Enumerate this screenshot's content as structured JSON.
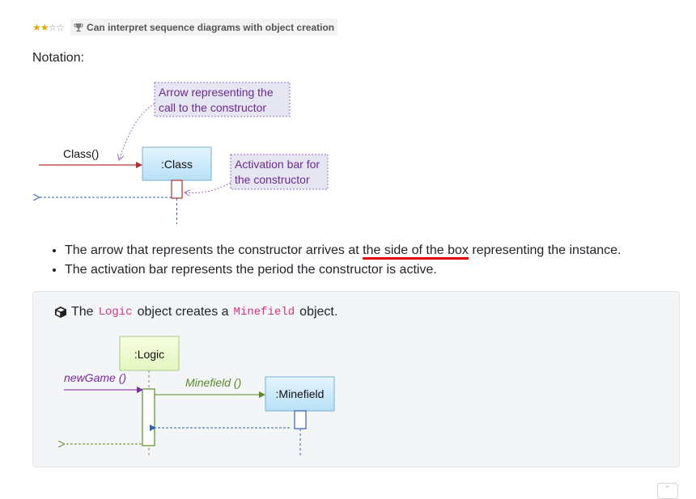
{
  "badge": {
    "stars_filled": "★★",
    "stars_empty": "☆☆",
    "rating": 2,
    "rating_max": 4,
    "outcome": "Can interpret sequence diagrams with object creation"
  },
  "notation_label": "Notation:",
  "notation_diagram": {
    "call_label": "Class()",
    "object_label": ":Class",
    "note_arrow": [
      "Arrow representing the",
      "call to the constructor"
    ],
    "note_activation": [
      "Activation bar for",
      "the constructor"
    ]
  },
  "points": {
    "p1_before": "The arrow that represents the constructor arrives at ",
    "p1_highlight": "the side of the box",
    "p1_after": " representing the instance.",
    "p2": "The activation bar represents the period the constructor is active."
  },
  "example": {
    "title_pre": "The",
    "code1": "Logic",
    "title_mid": "object creates a",
    "code2": "Minefield",
    "title_post": "object.",
    "diagram": {
      "logic_label": ":Logic",
      "minefield_label": ":Minefield",
      "call1": "newGame ()",
      "call2": "Minefield ()"
    }
  },
  "colors": {
    "arrow_red": "#b03030",
    "return_blue": "#2f5fb0",
    "note_purple": "#7a2aa0",
    "green": "#5a8a2a",
    "highlight_underline": "#e00000"
  }
}
